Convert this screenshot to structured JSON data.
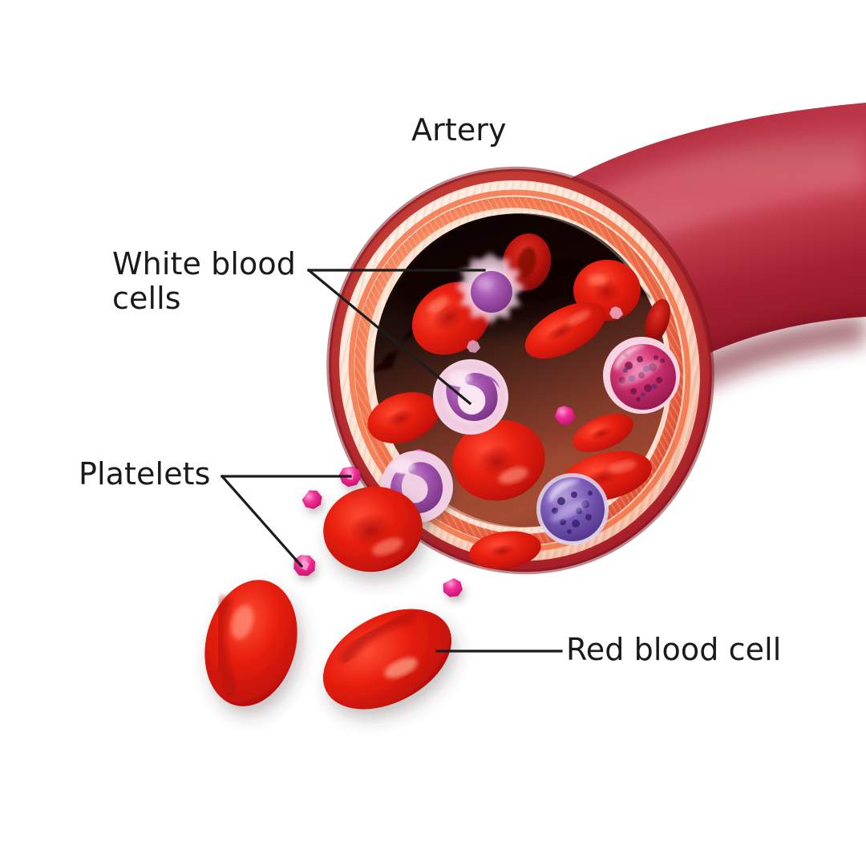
{
  "illustration": {
    "subject": "Artery cross-section with blood cells",
    "background_color": "#ffffff"
  },
  "labels": {
    "artery": "Artery",
    "white_blood_cells_line1": "White blood",
    "white_blood_cells_line2": "cells",
    "platelets": "Platelets",
    "red_blood_cell": "Red blood cell"
  },
  "label_text_color": "#1a1a1a",
  "leader_line_color": "#1c1c1c",
  "palette": {
    "vessel_outer_wall": "#a81f2a",
    "vessel_tube_body": "#a0202f",
    "vessel_tube_highlight": "#c2394a",
    "adventitia_cream": "#fbe6d8",
    "media_salmon": "#f0724a",
    "intima_pink": "#e38aa6",
    "endothelium_violet": "#b06a96",
    "lumen_dark": "#1f0d0b",
    "lumen_mid": "#7a3526",
    "lumen_light": "#9e4632",
    "red_blood_cell": "#e01b13",
    "red_blood_cell_dark": "#a60f0c",
    "red_blood_cell_highlight": "#ff6a55",
    "platelet": "#ee1f8f",
    "platelet_light": "#ff7ec2",
    "wbc_purple": "#9b4aa8",
    "wbc_pale": "#f3d4e6",
    "wbc_magenta": "#c5275f",
    "wbc_blue_violet": "#7a57b8"
  },
  "cells": {
    "red_blood_cells_in_lumen": 11,
    "red_blood_cells_outside": 4,
    "white_blood_cells": 5,
    "platelets_outside": 5,
    "platelets_in_lumen": 4
  },
  "chart_data": {
    "type": "diagram",
    "title": "Artery",
    "callouts": [
      {
        "label": "Artery",
        "target": "vessel tube",
        "leaders": 0
      },
      {
        "label": "White blood cells",
        "target": "leukocytes in lumen",
        "leaders": 2
      },
      {
        "label": "Platelets",
        "target": "thrombocytes",
        "leaders": 2
      },
      {
        "label": "Red blood cell",
        "target": "erythrocyte",
        "leaders": 1
      }
    ]
  }
}
